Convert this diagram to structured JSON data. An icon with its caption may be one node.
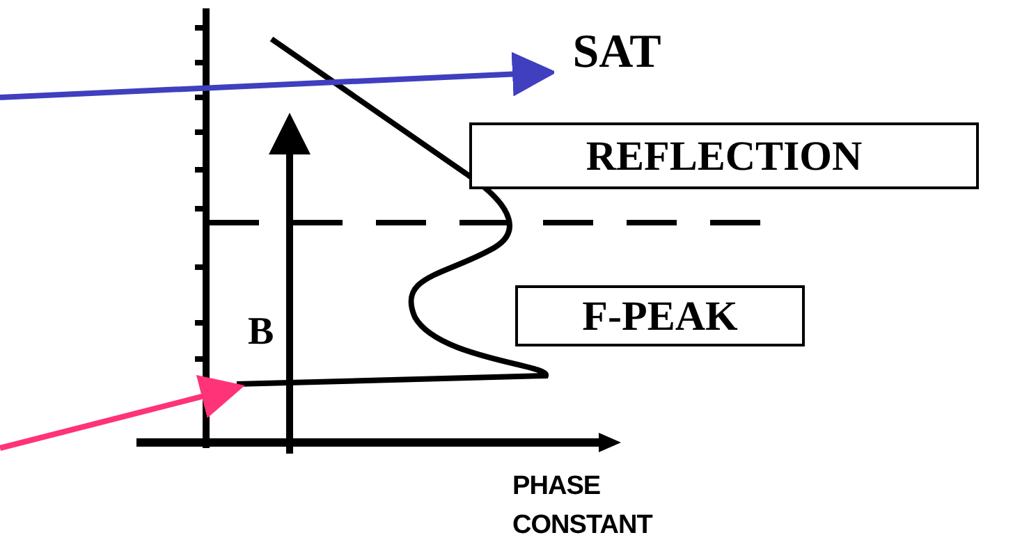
{
  "diagram": {
    "nodes": [
      {
        "text": [
          "SAT"
        ]
      },
      {
        "text": [
          "REFLECTION"
        ]
      },
      {
        "text": [
          "F-PEAK"
        ]
      },
      {
        "text": [],
        "shape": "picture"
      }
    ],
    "edges": [
      {
        "from": null,
        "to": 0,
        "arrow": "to",
        "color": "#3f3fbf"
      },
      {
        "from": null,
        "to": 3,
        "arrow": "to",
        "color": "#ff3377"
      }
    ],
    "labels": [
      "B",
      "PHASE CONSTANT"
    ]
  }
}
